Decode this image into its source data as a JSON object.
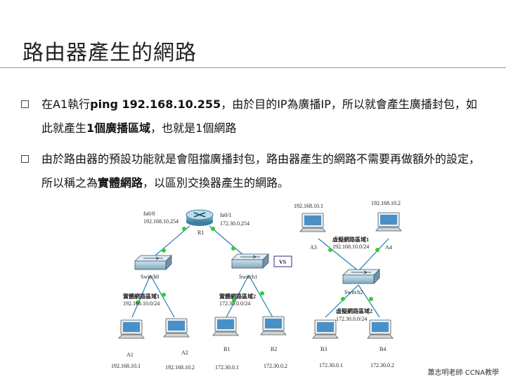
{
  "slide": {
    "title": "路由器產生的網路",
    "bullets": [
      {
        "parts": [
          {
            "text": "在A1執行",
            "bold": false
          },
          {
            "text": "ping 192.168.10.255",
            "bold": true
          },
          {
            "text": "，由於目的IP為廣播IP，所以就會產生廣播封包，如此就產生",
            "bold": false
          },
          {
            "text": "1個廣播區域",
            "bold": true
          },
          {
            "text": "，也就是1個網路",
            "bold": false
          }
        ]
      },
      {
        "parts": [
          {
            "text": "由於路由器的預設功能就是會阻擋廣播封包，路由器產生的網路不需要再做額外的設定，所以稱之為",
            "bold": false
          },
          {
            "text": "實體網路",
            "bold": true
          },
          {
            "text": "，以區別交換器產生的網路。",
            "bold": false
          }
        ]
      }
    ],
    "footer": "蕭志明老師 CCNA教學"
  },
  "diagram": {
    "router": {
      "name": "R1",
      "port_left": "fa0/0",
      "ip_left": "192.168.10.254",
      "port_right": "fa0/1",
      "ip_right": "172.30.0.254"
    },
    "switch_left": {
      "name": "Switch0",
      "net_label": "實體網路區域1",
      "net": "192.168.10.0/24"
    },
    "switch_mid": {
      "name": "Switch1",
      "net_label": "實體網路區域2",
      "net": "172.30.0.0/24"
    },
    "switch_right": {
      "name": "Switch2"
    },
    "vs_label": "VS",
    "vlan1": {
      "label": "虛擬網路區域1",
      "net": "192.168.10.0/24"
    },
    "vlan2": {
      "label": "虛擬網路區域2",
      "net": "172.30.0.0/24"
    },
    "hosts": {
      "A1": {
        "name": "A1",
        "ip": "192.168.10.1"
      },
      "A2": {
        "name": "A2",
        "ip": "192.168.10.2"
      },
      "B1": {
        "name": "B1",
        "ip": "172.30.0.1"
      },
      "B2": {
        "name": "B2",
        "ip": "172.30.0.2"
      },
      "A3": {
        "name": "A3",
        "ip": "192.168.10.1"
      },
      "A4": {
        "name": "A4",
        "ip": "192.168.10.2"
      },
      "B3": {
        "name": "B3",
        "ip": "172.30.0.1"
      },
      "B4": {
        "name": "B4",
        "ip": "172.30.0.2"
      }
    }
  }
}
